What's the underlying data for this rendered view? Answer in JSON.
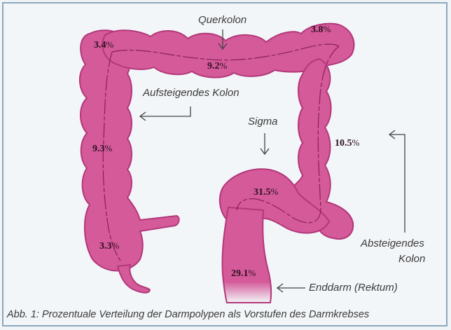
{
  "labels": {
    "querkolon": "Querkolon",
    "aufsteigendes": "Aufsteigendes Kolon",
    "sigma": "Sigma",
    "absteigendes_line1": "Absteigendes",
    "absteigendes_line2": "Kolon",
    "enddarm": "Enddarm (Rektum)"
  },
  "percentages": {
    "top_left": "3.4",
    "top_mid": "9.2",
    "top_right": "3.8",
    "ascending": "9.3",
    "descending": "10.5",
    "sigma": "31.5",
    "cecum": "3.3",
    "rectum": "29.1",
    "sign": "%"
  },
  "caption": "Abb. 1: Prozentuale Verteilung der Darmpolypen als Vorstufen des Darmkrebses",
  "colors": {
    "colon_fill": "#d45a9a",
    "colon_stroke": "#b2387a",
    "frame": "#8aa9bd",
    "background": "#f3f6f8"
  }
}
